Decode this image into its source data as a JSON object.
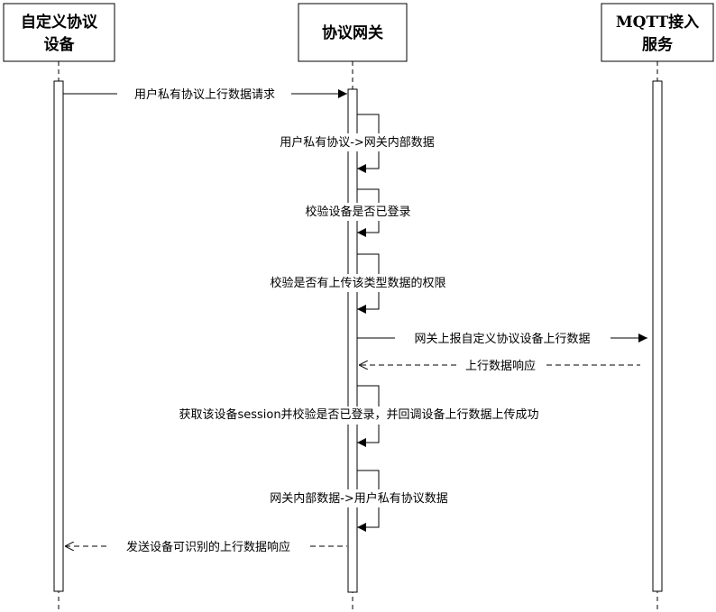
{
  "participants": [
    {
      "id": "device",
      "lines": [
        "自定义协议",
        "设备"
      ]
    },
    {
      "id": "gateway",
      "lines": [
        "协议网关"
      ]
    },
    {
      "id": "mqtt",
      "lines": [
        "MQTT接入",
        "服务"
      ]
    }
  ],
  "messages": [
    {
      "id": "m1",
      "from": "device",
      "to": "gateway",
      "kind": "sync",
      "text": "用户私有协议上行数据请求"
    },
    {
      "id": "m2",
      "from": "gateway",
      "to": "gateway",
      "kind": "self",
      "text": "用户私有协议->网关内部数据"
    },
    {
      "id": "m3",
      "from": "gateway",
      "to": "gateway",
      "kind": "self",
      "text": "校验设备是否已登录"
    },
    {
      "id": "m4",
      "from": "gateway",
      "to": "gateway",
      "kind": "self",
      "text": "校验是否有上传该类型数据的权限"
    },
    {
      "id": "m5",
      "from": "gateway",
      "to": "mqtt",
      "kind": "sync",
      "text": "网关上报自定义协议设备上行数据"
    },
    {
      "id": "m6",
      "from": "mqtt",
      "to": "gateway",
      "kind": "return",
      "text": "上行数据响应"
    },
    {
      "id": "m7",
      "from": "gateway",
      "to": "gateway",
      "kind": "self",
      "text": "获取该设备session并校验是否已登录，并回调设备上行数据上传成功"
    },
    {
      "id": "m8",
      "from": "gateway",
      "to": "gateway",
      "kind": "self",
      "text": "网关内部数据->用户私有协议数据"
    },
    {
      "id": "m9",
      "from": "gateway",
      "to": "device",
      "kind": "return",
      "text": "发送设备可识别的上行数据响应"
    }
  ]
}
